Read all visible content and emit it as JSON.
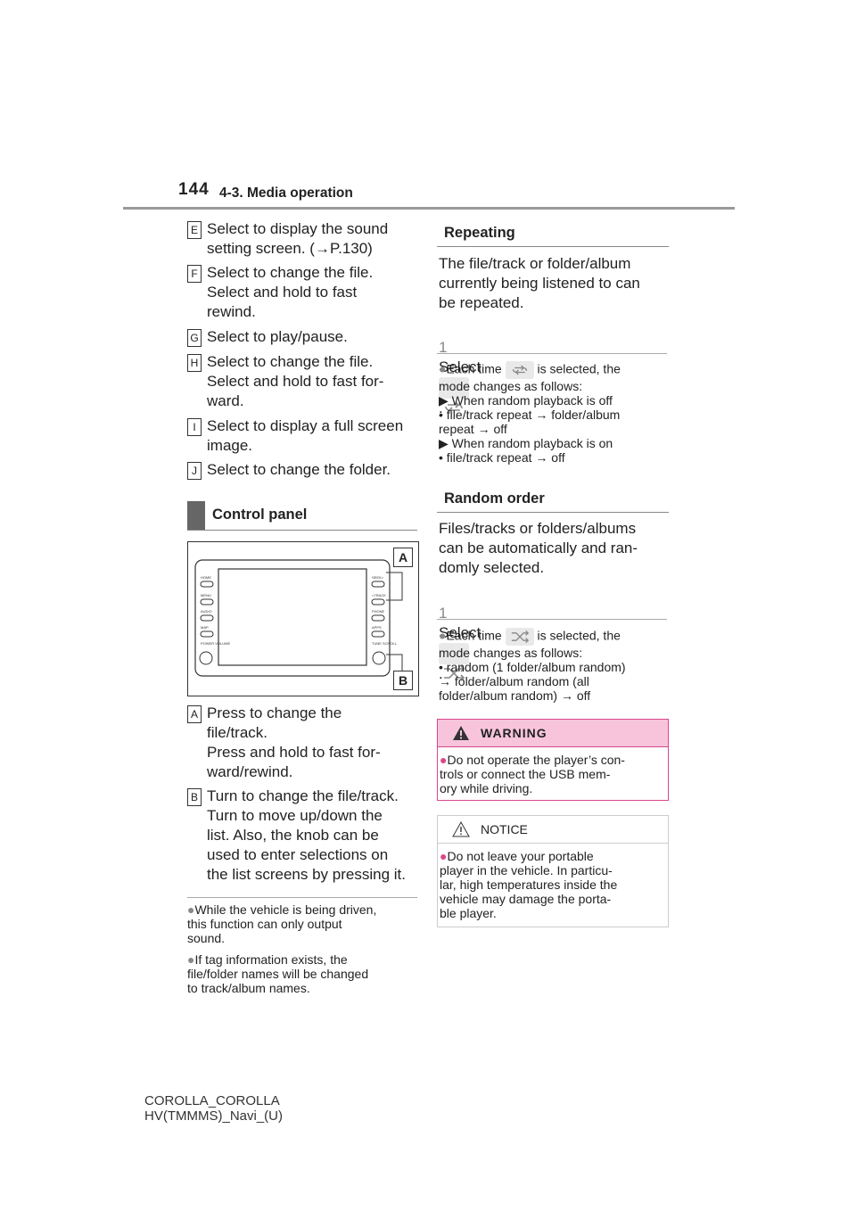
{
  "header": {
    "page_number": "144",
    "section": "4-3. Media operation"
  },
  "left_items": [
    {
      "badge": "E",
      "text": "Select to display the sound setting screen. (→P.130)"
    },
    {
      "badge": "F",
      "text": "Select to change the file. Select and hold to fast rewind."
    },
    {
      "badge": "G",
      "text": "Select to play/pause."
    },
    {
      "badge": "H",
      "text": "Select to change the file. Select and hold to fast for-ward."
    },
    {
      "badge": "I",
      "text": "Select to display a full screen image."
    },
    {
      "badge": "J",
      "text": "Select to change the folder."
    }
  ],
  "control_panel": {
    "heading": "Control panel",
    "callout_a": "A",
    "callout_b": "B",
    "left_buttons": [
      "HOME",
      "MENU",
      "AUDIO",
      "MAP",
      "POWER VOLUME"
    ],
    "right_buttons": [
      "SEEK>",
      "<TRACK",
      "PHONE",
      "APPS",
      "TUNE SCROLL"
    ],
    "items": [
      {
        "badge": "A",
        "text": "Press to change the file/track. Press and hold to fast for-ward/rewind."
      },
      {
        "badge": "B",
        "text": "Turn to change the file/track. Turn to move up/down the list. Also, the knob can be used to enter selections on the list screens by pressing it."
      }
    ],
    "notes": [
      "While the vehicle is being driven, this function can only output sound.",
      "If tag information exists, the file/folder names will be changed to track/album names."
    ]
  },
  "repeating": {
    "heading": "Repeating",
    "body": "The file/track or folder/album currently being listened to can be repeated.",
    "step_num": "1",
    "step_text": "Select",
    "step_end": ".",
    "note_start": "Each time",
    "note_end": "is selected, the mode changes as follows:",
    "case_off_label": "When random playback is off",
    "case_off_seq": "file/track repeat → folder/album repeat → off",
    "case_on_label": "When random playback is on",
    "case_on_seq": "file/track repeat → off"
  },
  "random": {
    "heading": "Random order",
    "body": "Files/tracks or folders/albums can be automatically and ran-domly selected.",
    "step_num": "1",
    "step_text": "Select",
    "step_end": ".",
    "note_start": "Each time",
    "note_end": "is selected, the mode changes as follows:",
    "seq": "random (1 folder/album random) → folder/album random (all folder/album random) → off"
  },
  "warning": {
    "title": "WARNING",
    "text": "Do not operate the player’s con-trols or connect the USB mem-ory while driving."
  },
  "notice": {
    "title": "NOTICE",
    "text": "Do not leave your portable player in the vehicle. In particu-lar, high temperatures inside the vehicle may damage the porta-ble player."
  },
  "footer": "COROLLA_COROLLA\nHV(TMMMS)_Navi_(U)",
  "colors": {
    "warning_bg": "#f8c4dc",
    "warning_border": "#d9468c",
    "heading_bar": "#666666"
  }
}
